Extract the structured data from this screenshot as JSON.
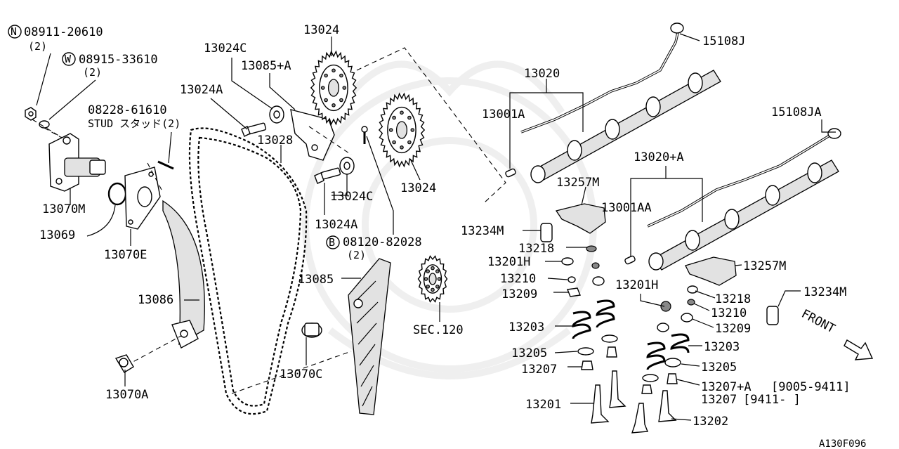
{
  "figure_ref": "A130F096",
  "parts": [
    {
      "id": "p_08911",
      "prefix": "N",
      "number": "08911-20610",
      "qty": "(2)"
    },
    {
      "id": "p_08915",
      "prefix": "W",
      "number": "08915-33610",
      "qty": "(2)"
    },
    {
      "id": "p_08228",
      "number": "08228-61610",
      "text": "STUD スタッド(2)"
    },
    {
      "id": "p_13070M",
      "number": "13070M"
    },
    {
      "id": "p_13069",
      "number": "13069"
    },
    {
      "id": "p_13070E",
      "number": "13070E"
    },
    {
      "id": "p_13086",
      "number": "13086"
    },
    {
      "id": "p_13070A",
      "number": "13070A"
    },
    {
      "id": "p_13024C_a",
      "number": "13024C"
    },
    {
      "id": "p_13085A",
      "number": "13085+A"
    },
    {
      "id": "p_13024A_a",
      "number": "13024A"
    },
    {
      "id": "p_13028",
      "number": "13028"
    },
    {
      "id": "p_13024_top",
      "number": "13024"
    },
    {
      "id": "p_13024_right",
      "number": "13024"
    },
    {
      "id": "p_13024C_b",
      "number": "13024C"
    },
    {
      "id": "p_13024A_b",
      "number": "13024A"
    },
    {
      "id": "p_08120",
      "prefix": "B",
      "number": "08120-82028",
      "qty": "(2)"
    },
    {
      "id": "p_13085",
      "number": "13085"
    },
    {
      "id": "p_13070C",
      "number": "13070C"
    },
    {
      "id": "p_sec120",
      "number": "SEC.120"
    },
    {
      "id": "p_13020",
      "number": "13020"
    },
    {
      "id": "p_13001A",
      "number": "13001A"
    },
    {
      "id": "p_15108J",
      "number": "15108J"
    },
    {
      "id": "p_15108JA",
      "number": "15108JA"
    },
    {
      "id": "p_13020A",
      "number": "13020+A"
    },
    {
      "id": "p_13257M_a",
      "number": "13257M"
    },
    {
      "id": "p_13001AA",
      "number": "13001AA"
    },
    {
      "id": "p_13234M_a",
      "number": "13234M"
    },
    {
      "id": "p_13218_a",
      "number": "13218"
    },
    {
      "id": "p_13201H_a",
      "number": "13201H"
    },
    {
      "id": "p_13210_a",
      "number": "13210"
    },
    {
      "id": "p_13209_a",
      "number": "13209"
    },
    {
      "id": "p_13203_a",
      "number": "13203"
    },
    {
      "id": "p_13205_a",
      "number": "13205"
    },
    {
      "id": "p_13207_a",
      "number": "13207"
    },
    {
      "id": "p_13201",
      "number": "13201"
    },
    {
      "id": "p_13257M_b",
      "number": "13257M"
    },
    {
      "id": "p_13201H_b",
      "number": "13201H"
    },
    {
      "id": "p_13218_b",
      "number": "13218"
    },
    {
      "id": "p_13210_b",
      "number": "13210"
    },
    {
      "id": "p_13234M_b",
      "number": "13234M"
    },
    {
      "id": "p_13209_b",
      "number": "13209"
    },
    {
      "id": "p_13203_b",
      "number": "13203"
    },
    {
      "id": "p_13205_b",
      "number": "13205"
    },
    {
      "id": "p_13207A",
      "number": "13207+A",
      "range": "[9005-9411]"
    },
    {
      "id": "p_13207_b",
      "number": "13207",
      "range": "[9411-      ]"
    },
    {
      "id": "p_13202",
      "number": "13202"
    }
  ],
  "direction_label": "FRONT"
}
